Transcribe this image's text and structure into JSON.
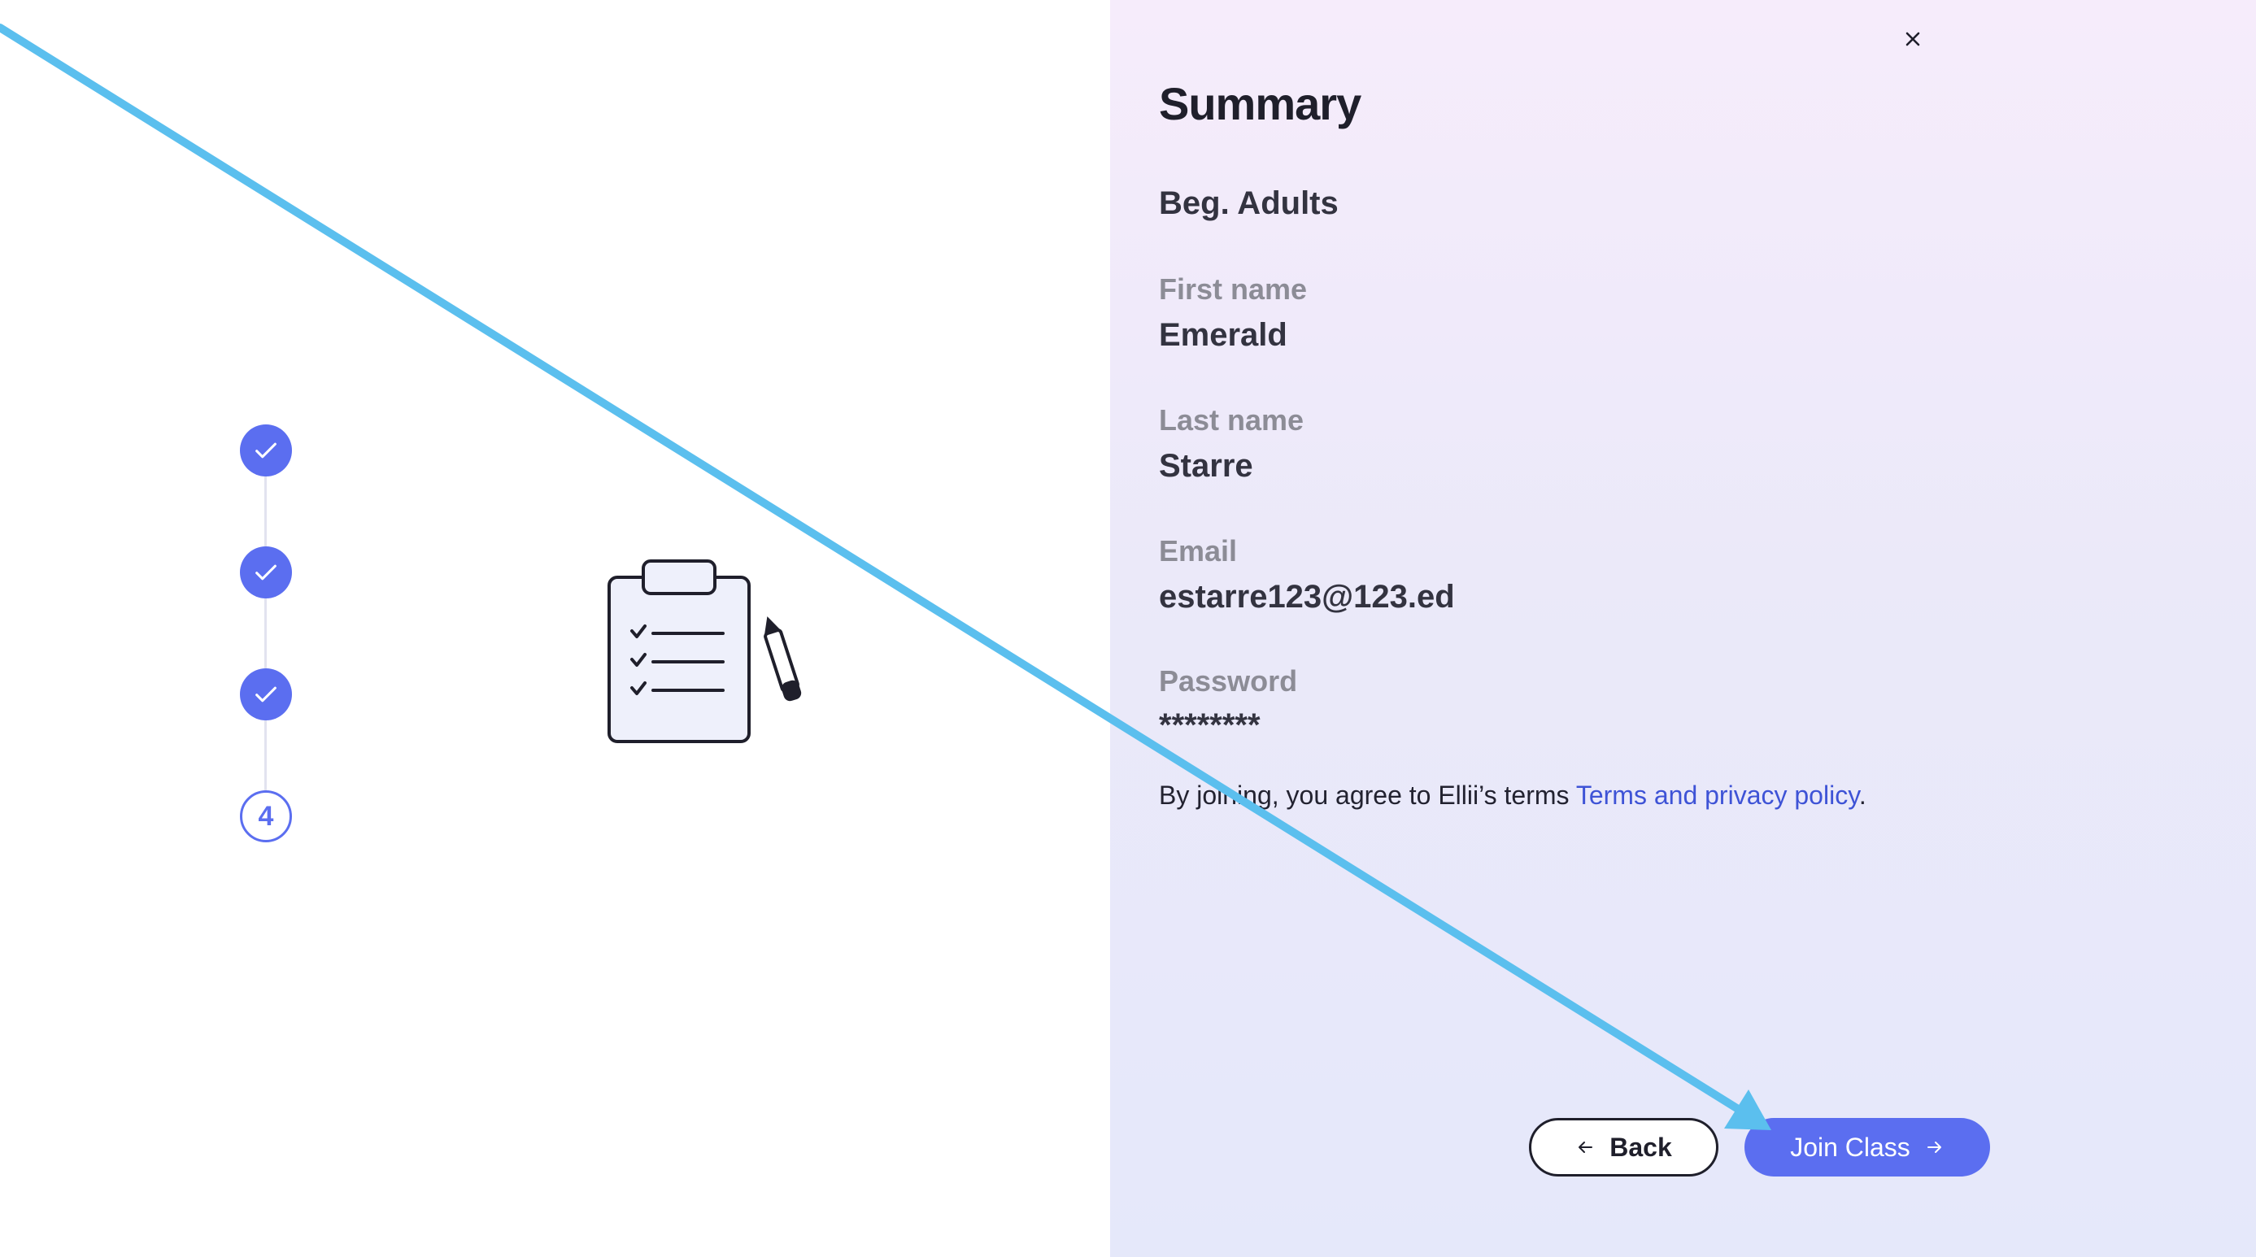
{
  "stepper": {
    "steps": [
      {
        "state": "complete",
        "icon": "checkmark-icon"
      },
      {
        "state": "complete",
        "icon": "checkmark-icon"
      },
      {
        "state": "complete",
        "icon": "checkmark-icon"
      },
      {
        "state": "current",
        "label": "4"
      }
    ]
  },
  "illustration": {
    "icon": "clipboard-checklist-icon"
  },
  "summary": {
    "close_icon": "close-icon",
    "title": "Summary",
    "class_name": "Beg. Adults",
    "fields": {
      "first_name": {
        "label": "First name",
        "value": "Emerald"
      },
      "last_name": {
        "label": "Last name",
        "value": "Starre"
      },
      "email": {
        "label": "Email",
        "value": "estarre123@123.ed"
      },
      "password": {
        "label": "Password",
        "value": "********"
      }
    },
    "agreement": {
      "prefix": "By joining, you agree to Ellii’s terms ",
      "link": "Terms and privacy policy",
      "suffix": "."
    }
  },
  "actions": {
    "back_label": "Back",
    "back_icon": "arrow-left-icon",
    "join_label": "Join Class",
    "join_icon": "arrow-right-icon"
  },
  "colors": {
    "accent": "#5b6ef0",
    "link": "#3e53d6",
    "annotation_arrow": "#5bbfee"
  }
}
